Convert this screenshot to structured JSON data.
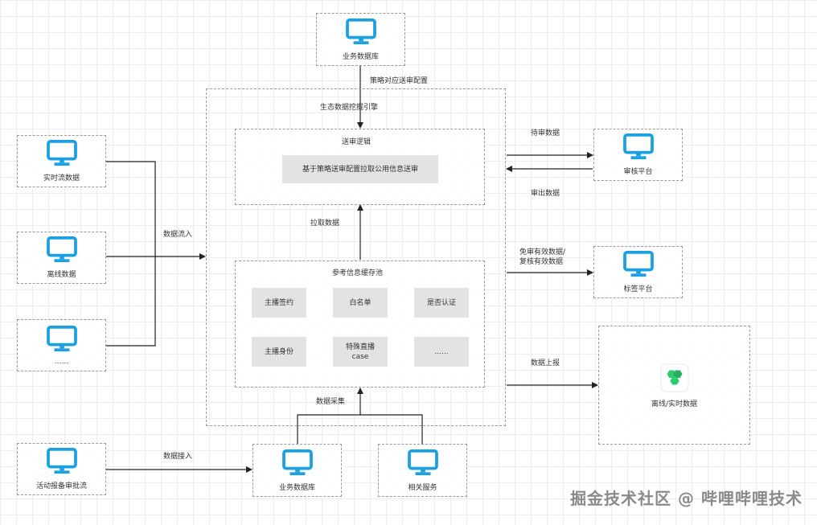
{
  "nodes": {
    "top_db": "业务数据库",
    "realtime": "实时流数据",
    "offline": "离线数据",
    "other": "……",
    "review_platform": "审核平台",
    "tag_platform": "标签平台",
    "offline_realtime": "离线/实时数据",
    "activity": "活动报备审批流",
    "bottom_db": "业务数据库",
    "related_service": "相关服务"
  },
  "engine": {
    "title": "生态数据挖掘引擎",
    "review_logic": {
      "title": "送审逻辑",
      "item": "基于策略送审配置拉取公用信息送审"
    },
    "cache_pool": {
      "title": "参考信息缓存池",
      "items": [
        "主播签约",
        "白名单",
        "是否认证",
        "主播身份",
        "特殊直播\ncase",
        "......"
      ]
    }
  },
  "edges": {
    "strategy_config": "策略对应送审配置",
    "data_inflow": "数据流入",
    "pull_data": "拉取数据",
    "pending": "待审数据",
    "reviewed_out": "审出数据",
    "tag_line1": "免审有效数据/",
    "tag_line2": "复核有效数据",
    "report": "数据上报",
    "collect": "数据采集",
    "ingest": "数据接入"
  },
  "watermark": "掘金技术社区 @ 哔哩哔哩技术",
  "colors": {
    "monitor": "#1ba1e2",
    "line": "#222222",
    "cell": "#e3e3e3",
    "logo": "#2ecc71"
  },
  "icons": {
    "monitor": "monitor-icon",
    "logo": "hexagon-logo-icon"
  }
}
